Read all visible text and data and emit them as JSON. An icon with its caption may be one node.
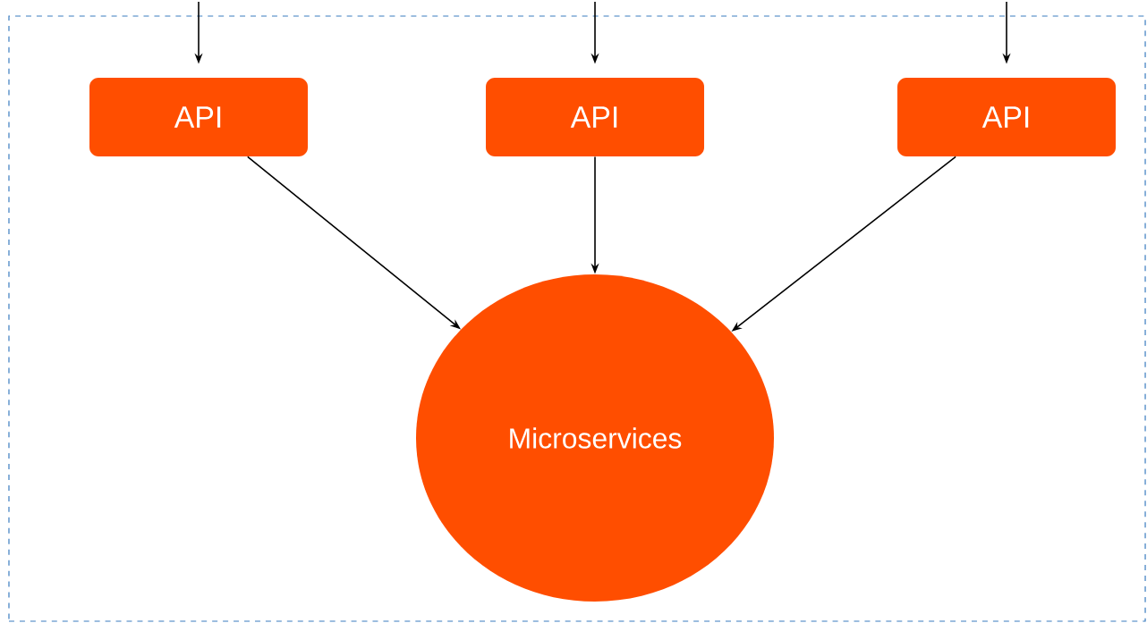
{
  "diagram": {
    "nodes": [
      {
        "text": [],
        "shape": "box"
      },
      {
        "text": [
          "API"
        ],
        "in": 0
      },
      {
        "text": [
          "API"
        ],
        "in": 0
      },
      {
        "text": [
          "API"
        ],
        "in": 0
      },
      {
        "text": [
          "Microservices"
        ],
        "in": 0
      }
    ],
    "edges": [
      {
        "from": null,
        "to": 1,
        "arrow": "to"
      },
      {
        "from": null,
        "to": 2,
        "arrow": "to"
      },
      {
        "from": null,
        "to": 3,
        "arrow": "to"
      },
      {
        "from": 1,
        "to": 4,
        "arrow": "to"
      },
      {
        "from": 2,
        "to": 4,
        "arrow": "to"
      },
      {
        "from": 3,
        "to": 4,
        "arrow": "to"
      }
    ]
  }
}
